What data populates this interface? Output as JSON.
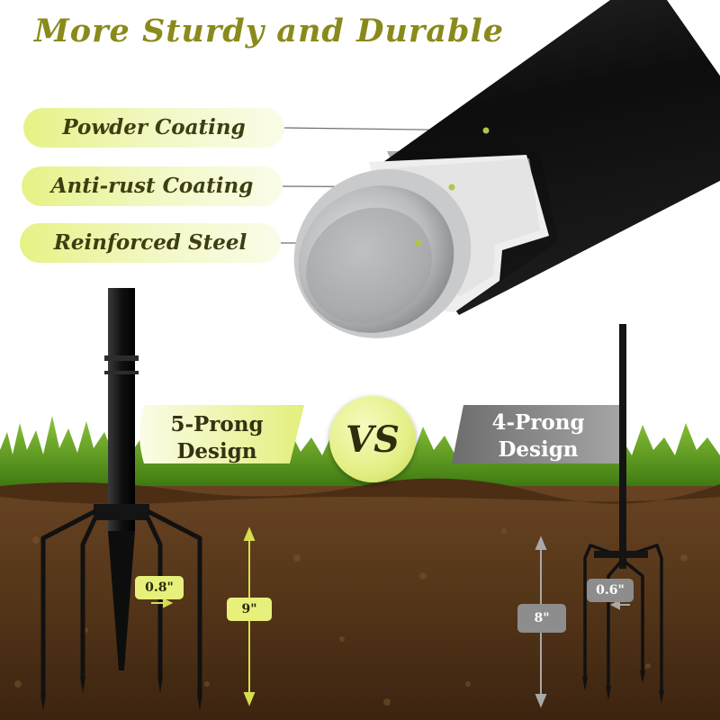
{
  "headline": "More Sturdy and Durable",
  "layers": [
    {
      "label": "Powder Coating"
    },
    {
      "label": "Anti-rust Coating"
    },
    {
      "label": "Reinforced Steel"
    }
  ],
  "comparison": {
    "left": {
      "line1": "5-Prong",
      "line2": "Design",
      "diameter": "0.8\"",
      "length": "9\""
    },
    "vs": "VS",
    "right": {
      "line1": "4-Prong",
      "line2": "Design",
      "diameter": "0.6\"",
      "length": "8\""
    }
  },
  "colors": {
    "headline": "#8a8a1c",
    "label_green": "#e6f285",
    "pipe_black": "#141414",
    "coating_white": "#ededed",
    "steel_gray": "#a8aaad",
    "soil_brown": "#5a3a1f",
    "grass_green": "#5d9a1e",
    "tag_gray": "#8d8d8d"
  }
}
